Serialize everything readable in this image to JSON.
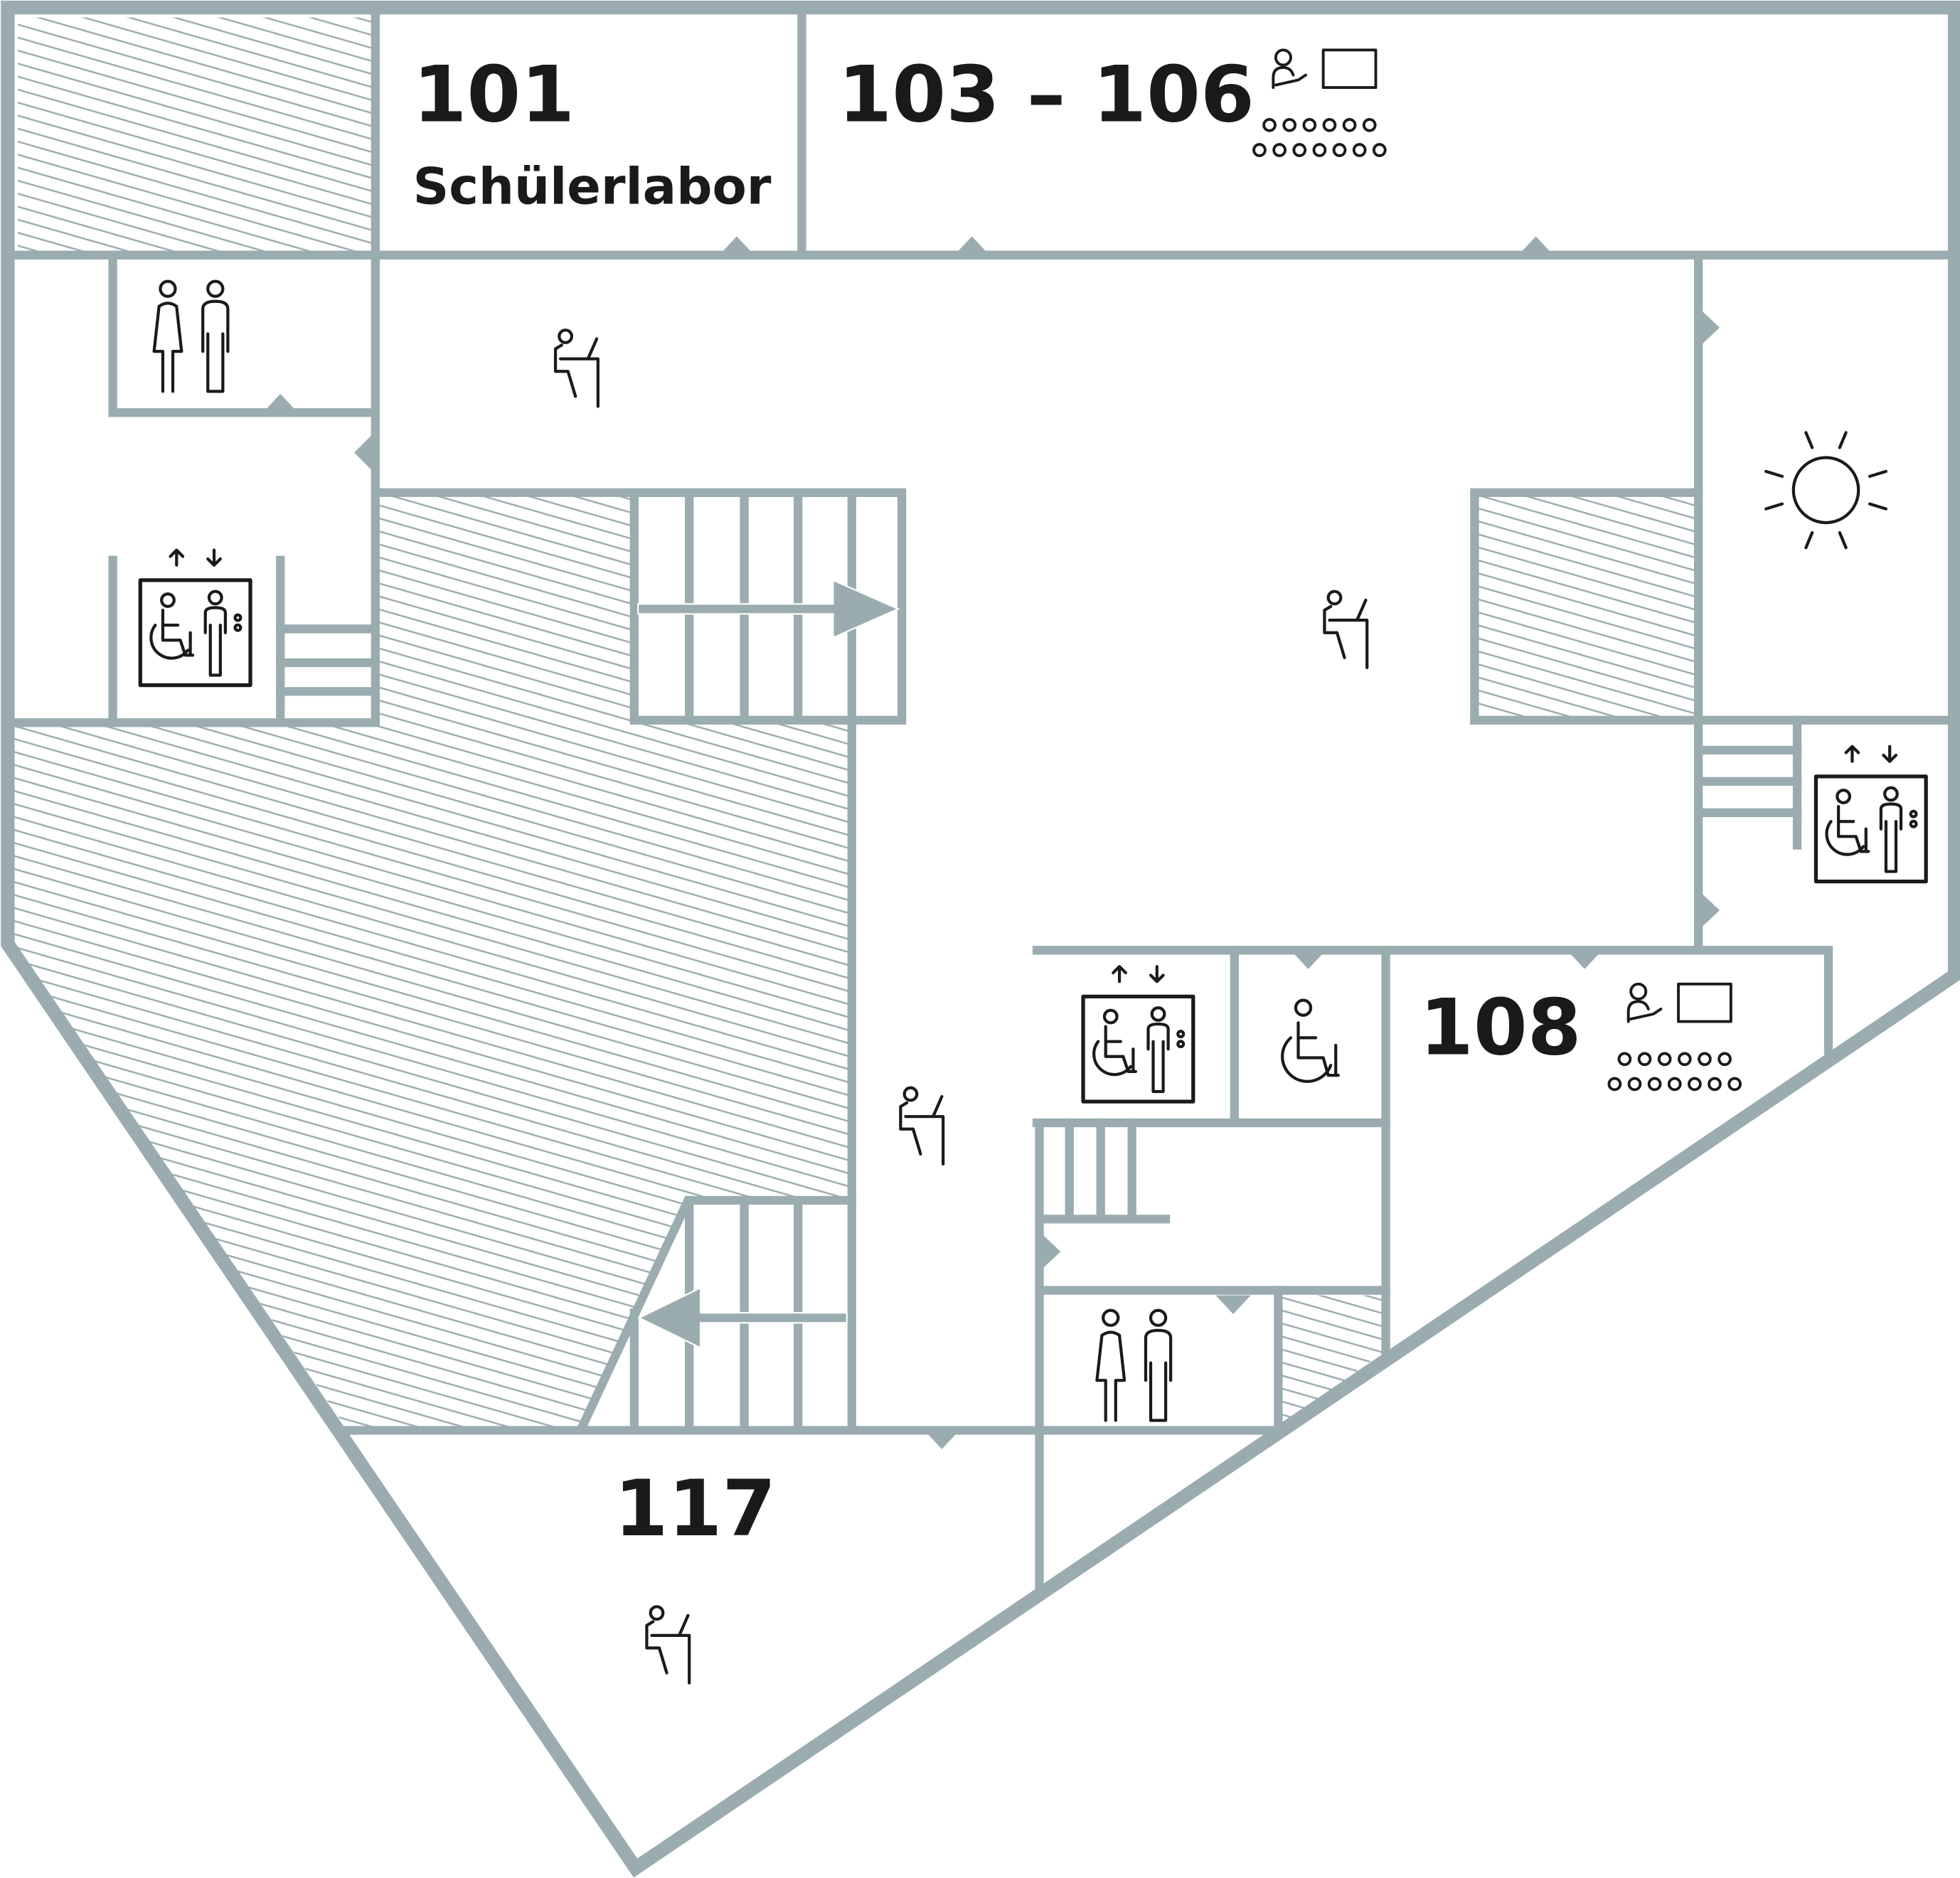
{
  "colors": {
    "wall": "#9aacaf",
    "hatch": "#9aacaf",
    "icon": "#1a1a1a",
    "background": "#ffffff"
  },
  "rooms": {
    "r101": {
      "number": "101",
      "name": "Schülerlabor"
    },
    "r103_106": {
      "number": "103 – 106",
      "icon": "lecture-icon"
    },
    "r108": {
      "number": "108",
      "icon": "lecture-icon"
    },
    "r117": {
      "number": "117",
      "icon": "workspace-icon"
    }
  },
  "icons": [
    "workspace-icon",
    "lecture-icon",
    "restroom-icon",
    "accessible-restroom-icon",
    "elevator-icon",
    "sun-terrace-icon",
    "stair-direction-arrow"
  ]
}
